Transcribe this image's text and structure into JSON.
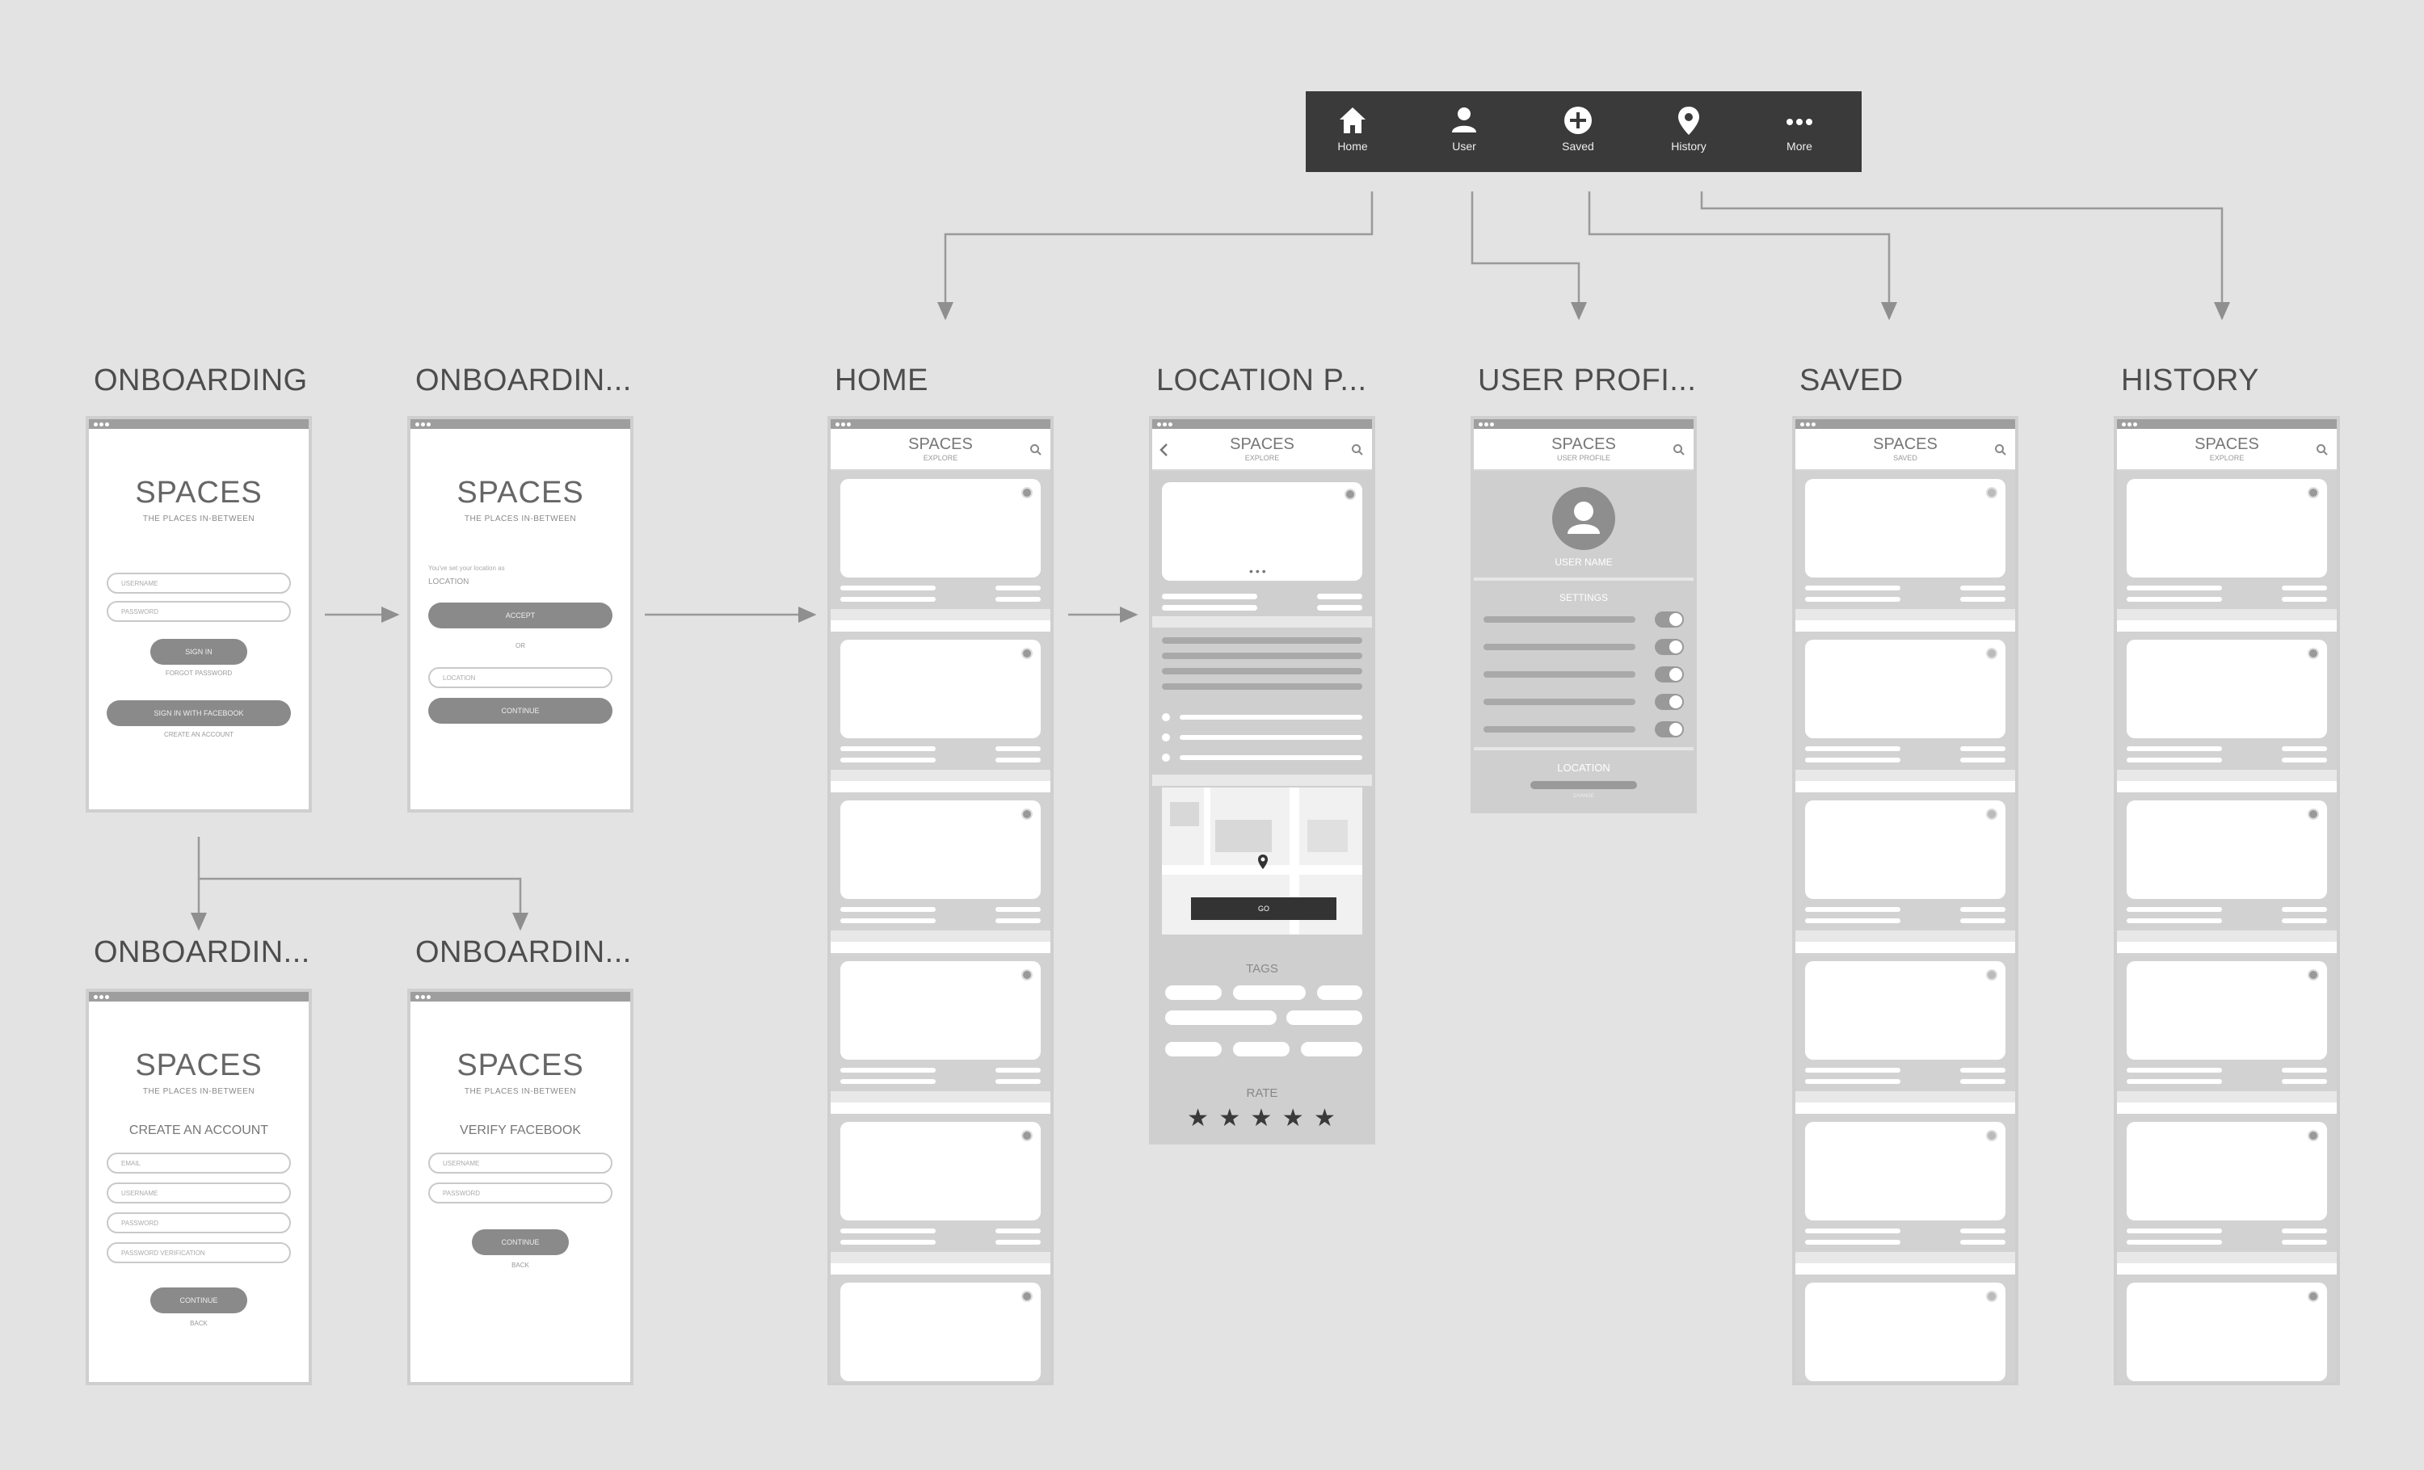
{
  "navbar": {
    "items": [
      {
        "label": "Home",
        "icon": "home-icon"
      },
      {
        "label": "User",
        "icon": "user-icon"
      },
      {
        "label": "Saved",
        "icon": "plus-circle-icon"
      },
      {
        "label": "History",
        "icon": "location-pin-icon"
      },
      {
        "label": "More",
        "icon": "more-dots-icon"
      }
    ]
  },
  "screens": {
    "onboarding1": {
      "title": "ONBOARDING"
    },
    "onboarding2": {
      "title": "ONBOARDIN..."
    },
    "onboarding3": {
      "title": "ONBOARDIN..."
    },
    "onboarding4": {
      "title": "ONBOARDIN..."
    },
    "home": {
      "title": "HOME"
    },
    "location": {
      "title": "LOCATION P..."
    },
    "profile": {
      "title": "USER PROFI..."
    },
    "saved": {
      "title": "SAVED"
    },
    "history": {
      "title": "HISTORY"
    }
  },
  "app": {
    "brand": "SPACES",
    "tagline": "THE PLACES IN-BETWEEN"
  },
  "signin": {
    "username_placeholder": "USERNAME",
    "password_placeholder": "PASSWORD",
    "signin_label": "SIGN IN",
    "forgot_label": "FORGOT PASSWORD",
    "facebook_label": "SIGN IN WITH FACEBOOK",
    "create_label": "CREATE AN ACCOUNT"
  },
  "location_setup": {
    "note": "You've set your location as",
    "location_label": "LOCATION",
    "accept_label": "ACCEPT",
    "or_label": "OR",
    "location_placeholder": "LOCATION",
    "continue_label": "CONTINUE"
  },
  "create_account": {
    "heading": "CREATE AN ACCOUNT",
    "email_placeholder": "EMAIL",
    "username_placeholder": "USERNAME",
    "password_placeholder": "PASSWORD",
    "password_verify_placeholder": "PASSWORD VERIFICATION",
    "continue_label": "CONTINUE",
    "back_label": "BACK"
  },
  "verify_facebook": {
    "heading": "VERIFY FACEBOOK",
    "username_placeholder": "USERNAME",
    "password_placeholder": "PASSWORD",
    "continue_label": "CONTINUE",
    "back_label": "BACK"
  },
  "feed_headers": {
    "home_sub": "EXPLORE",
    "location_sub": "EXPLORE",
    "profile_sub": "USER PROFILE",
    "saved_sub": "SAVED",
    "history_sub": "EXPLORE"
  },
  "location_page": {
    "go_label": "GO",
    "tags_label": "TAGS",
    "rate_label": "RATE",
    "stars": "★ ★ ★ ★ ★"
  },
  "profile": {
    "username": "USER NAME",
    "settings_label": "SETTINGS",
    "location_label": "LOCATION",
    "location_sub": "CHANGE"
  }
}
